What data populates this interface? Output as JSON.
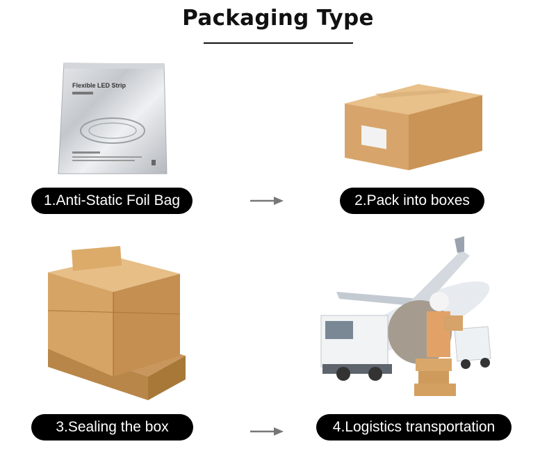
{
  "title": "Packaging Type",
  "steps": [
    {
      "label": "1.Anti-Static Foil Bag",
      "image_icon": "foil-bag-icon",
      "bag_text": "Flexible LED Strip"
    },
    {
      "label": "2.Pack into boxes",
      "image_icon": "carton-box-icon"
    },
    {
      "label": "3.Sealing the box",
      "image_icon": "pallet-boxes-icon"
    },
    {
      "label": "4.Logistics transportation",
      "image_icon": "logistics-icon"
    }
  ],
  "colors": {
    "pill_background": "#000000",
    "pill_text": "#ffffff",
    "box_brown": "#d4a46e",
    "arrow": "#777777"
  }
}
